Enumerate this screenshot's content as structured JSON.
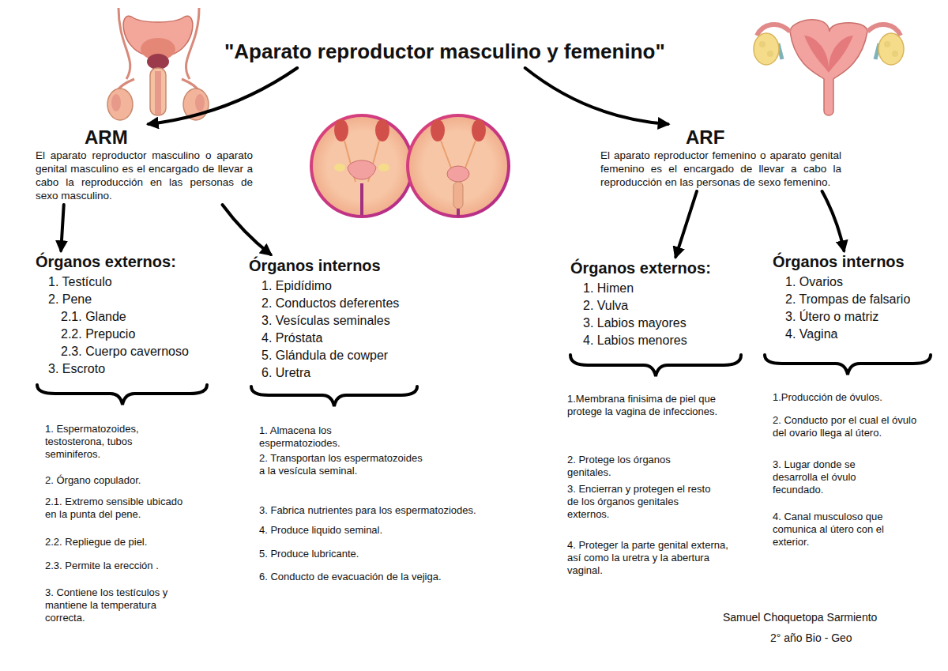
{
  "diagram": {
    "nodes": [
      {
        "text": [
          "\"Aparato reproductor masculino y femenino\""
        ]
      },
      {
        "text": [
          "ARM",
          "El aparato reproductor masculino o aparato genital masculino es el encargado de llevar a cabo la reproducción en las personas de sexo masculino."
        ]
      },
      {
        "text": [
          "Órganos externos:",
          "1. Testículo",
          "2. Pene",
          "2.1. Glande",
          "2.2. Prepucio",
          "2.3. Cuerpo cavernoso",
          "3. Escroto"
        ]
      },
      {
        "text": [
          "Órganos internos",
          "1. Epidídimo",
          "2. Conductos deferentes",
          "3. Vesículas seminales",
          "4. Próstata",
          "5. Glándula de cowper",
          "6. Uretra"
        ]
      },
      {
        "text": [
          "ARF",
          "El aparato reproductor femenino o aparato genital femenino es el encargado de llevar a cabo la reproducción en las personas de sexo femenino."
        ]
      },
      {
        "text": [
          "Órganos externos:",
          "1. Himen",
          "2. Vulva",
          "3. Labios mayores",
          "4. Labios menores"
        ]
      },
      {
        "text": [
          "Órganos internos",
          "1. Ovarios",
          "2. Trompas de falsario",
          "3. Útero o matriz",
          "4. Vagina"
        ]
      }
    ],
    "edges": [
      {
        "from": 0,
        "to": 1,
        "arrow": "to"
      },
      {
        "from": 0,
        "to": 4,
        "arrow": "to"
      },
      {
        "from": 1,
        "to": 2,
        "arrow": "to"
      },
      {
        "from": 1,
        "to": 3,
        "arrow": "to"
      },
      {
        "from": 4,
        "to": 5,
        "arrow": "to"
      },
      {
        "from": 4,
        "to": 6,
        "arrow": "to"
      }
    ],
    "labels": [
      "1. Espermatozoides, testosterona, tubos seminiferos.",
      "2. Órgano copulador.",
      "2.1. Extremo sensible ubicado en la punta del pene.",
      "2.2. Repliegue de piel.",
      "2.3. Permite la erección .",
      "3. Contiene los testículos y mantiene la temperatura correcta.",
      "1. Almacena los espermatoziodes.",
      "2. Transportan los espermatozoides a la vesícula seminal.",
      "3. Fabrica nutrientes para los espermatoziodes.",
      "4. Produce liquido seminal.",
      "5. Produce lubricante.",
      "6. Conducto de evacuación de la vejiga.",
      "1.Membrana finisima de piel que protege la vagina de infecciones.",
      "2. Protege los órganos genitales.",
      "3. Encierran y protegen el resto de los órganos genitales externos.",
      "4. Proteger la parte genital externa, así como la uretra y la abertura vaginal.",
      "1.Producción de óvulos.",
      "2. Conducto por el cual el óvulo del ovario llega al útero.",
      "3. Lugar donde se desarrolla el óvulo fecundado.",
      "4. Canal musculoso que comunica al útero con el exterior.",
      "Samuel Choquetopa Sarmiento",
      "2° año Bio - Geo"
    ]
  }
}
